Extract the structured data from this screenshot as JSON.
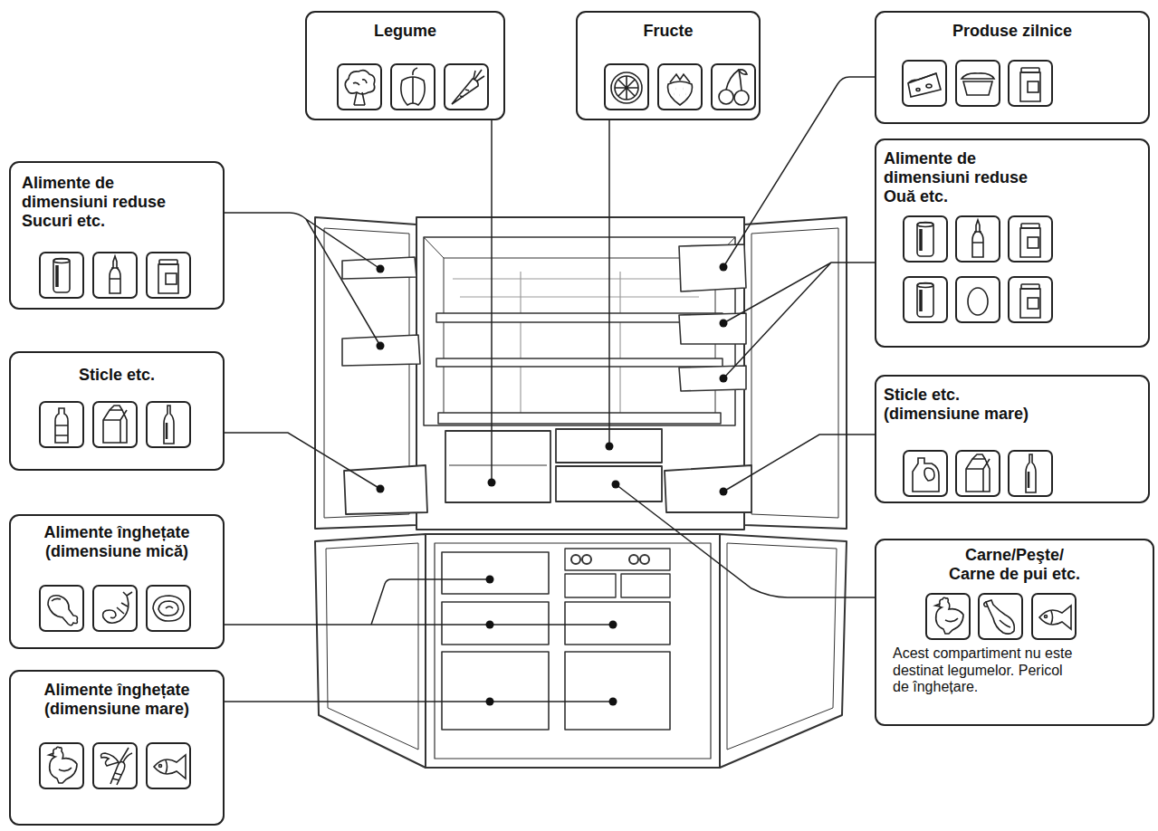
{
  "diagram": {
    "nodes": [
      {
        "text": [
          "Legume"
        ]
      },
      {
        "text": [
          "Fructe"
        ]
      },
      {
        "text": [
          "Produse zilnice"
        ]
      },
      {
        "text": [
          "Alimente de dimensiuni reduse Sucuri etc."
        ]
      },
      {
        "text": [
          "Alimente de dimensiuni reduse Ouă etc."
        ]
      },
      {
        "text": [
          "Sticle etc."
        ]
      },
      {
        "text": [
          "Sticle etc. (dimensiune mare)"
        ]
      },
      {
        "text": [
          "Alimente înghețate (dimensiune mică)"
        ]
      },
      {
        "text": [
          "Carne/Peşte/ Carne de pui etc.",
          "Acest compartiment nu este destinat legumelor. Pericol de înghețare."
        ]
      },
      {
        "text": [
          "Alimente înghețate (dimensiune mare)"
        ]
      }
    ]
  }
}
